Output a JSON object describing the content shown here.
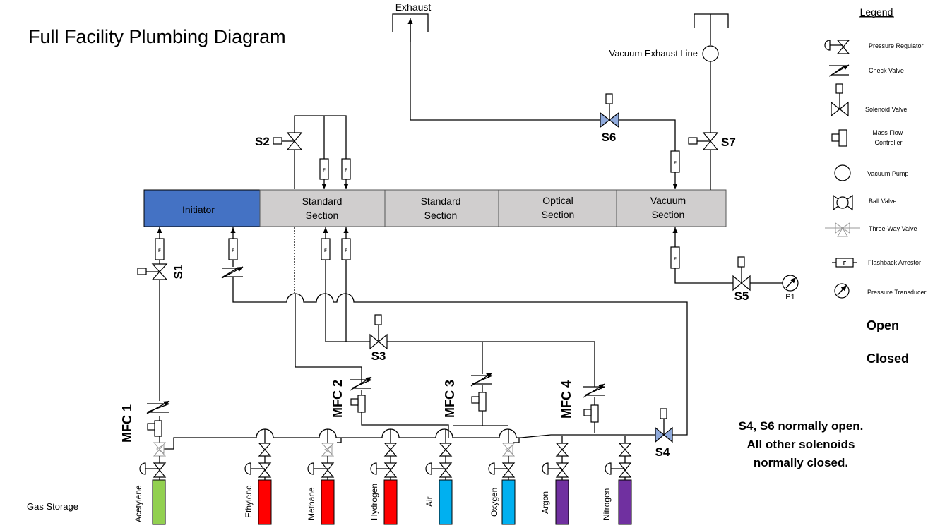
{
  "title": "Full Facility Plumbing Diagram",
  "exhaust_label": "Exhaust",
  "vacuum_exhaust_label": "Vacuum Exhaust Line",
  "gas_storage_label": "Gas Storage",
  "sections": [
    {
      "line1": "Initiator",
      "line2": "",
      "color": "#4472c4"
    },
    {
      "line1": "Standard",
      "line2": "Section",
      "color": "#d0cece"
    },
    {
      "line1": "Standard",
      "line2": "Section",
      "color": "#d0cece"
    },
    {
      "line1": "Optical",
      "line2": "Section",
      "color": "#d0cece"
    },
    {
      "line1": "Vacuum",
      "line2": "Section",
      "color": "#d0cece"
    }
  ],
  "valves": {
    "s1": "S1",
    "s2": "S2",
    "s3": "S3",
    "s4": "S4",
    "s5": "S5",
    "s6": "S6",
    "s7": "S7"
  },
  "mfc": {
    "m1": "MFC 1",
    "m2": "MFC 2",
    "m3": "MFC 3",
    "m4": "MFC 4"
  },
  "transducer_label": "P1",
  "flashback_letter": "F",
  "cylinders": [
    {
      "name": "Acetylene",
      "color": "#92d050"
    },
    {
      "name": "Ethylene",
      "color": "#ff0000"
    },
    {
      "name": "Methane",
      "color": "#ff0000"
    },
    {
      "name": "Hydrogen",
      "color": "#ff0000"
    },
    {
      "name": "Air",
      "color": "#00b0f0"
    },
    {
      "name": "Oxygen",
      "color": "#00b0f0"
    },
    {
      "name": "Argon",
      "color": "#7030a0"
    },
    {
      "name": "Nitrogen",
      "color": "#7030a0"
    }
  ],
  "legend": {
    "title": "Legend",
    "items": [
      "Pressure Regulator",
      "Check Valve",
      "Solenoid Valve",
      "Mass Flow Controller",
      "Vacuum Pump",
      "Ball Valve",
      "Three-Way Valve",
      "Flashback Arrestor",
      "Pressure Transducer"
    ],
    "open": "Open",
    "closed": "Closed"
  },
  "note": {
    "line1": "S4, S6 normally open.",
    "line2": "All other solenoids",
    "line3": "normally closed."
  },
  "colors": {
    "open_valve": "#8faadc",
    "closed_valve": "#ffffff"
  }
}
